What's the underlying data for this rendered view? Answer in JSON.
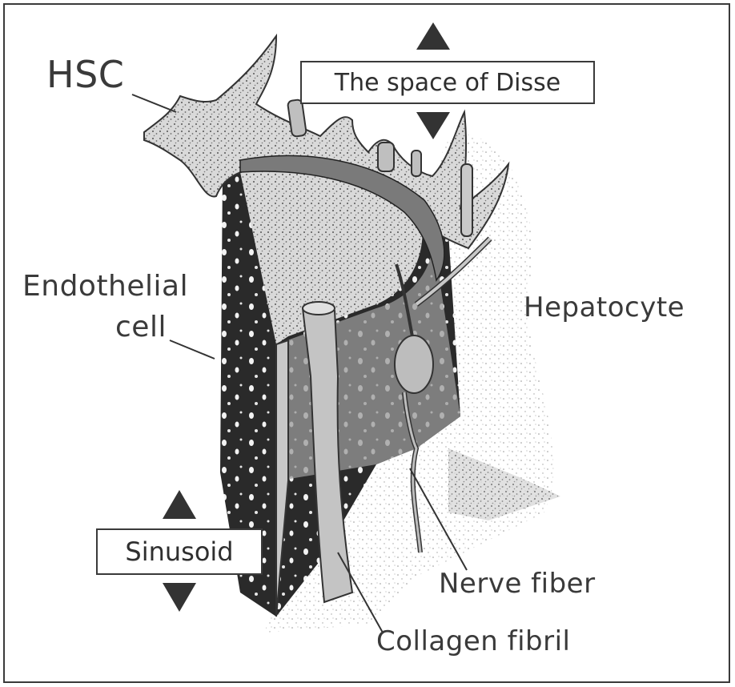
{
  "labels": {
    "hsc": "HSC",
    "space_of_disse": "The space of Disse",
    "endothelial_line1": "Endothelial",
    "endothelial_line2": "cell",
    "hepatocyte": "Hepatocyte",
    "sinusoid": "Sinusoid",
    "nerve_fiber": "Nerve fiber",
    "collagen_fibril": "Collagen fibril"
  },
  "colors": {
    "ink": "#3a3a3a",
    "dark": "#262626",
    "mid": "#8a8a8a",
    "light": "#bdbdbd"
  }
}
